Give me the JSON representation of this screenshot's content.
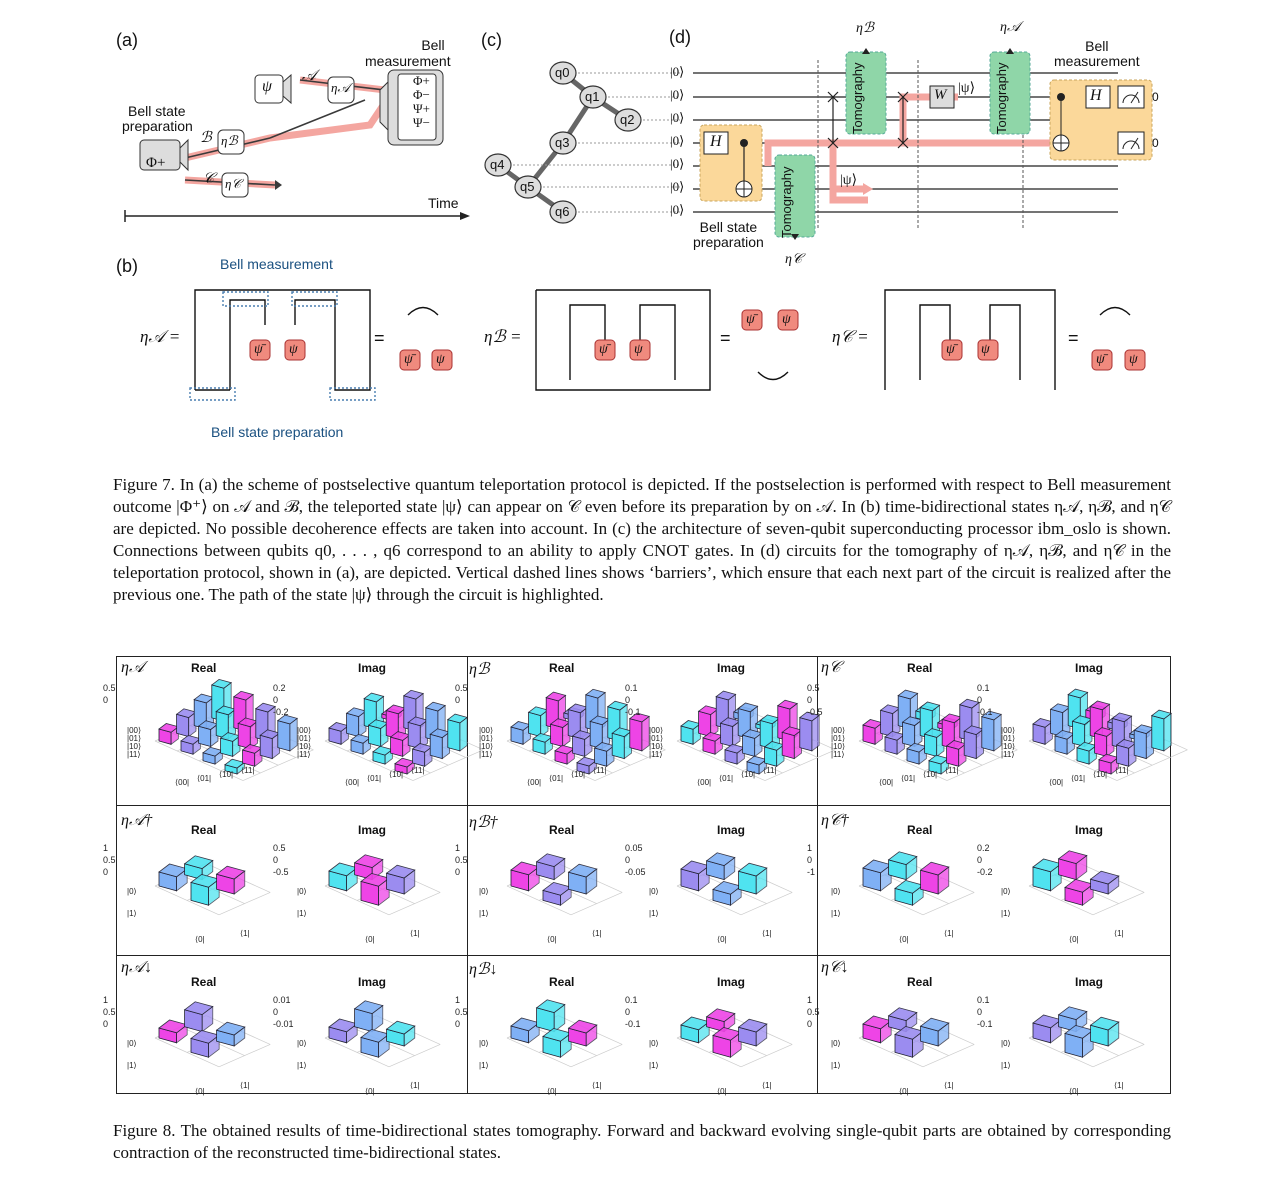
{
  "panels": {
    "a": "(a)",
    "b": "(b)",
    "c": "(c)",
    "d": "(d)"
  },
  "fig_a": {
    "bell_measurement": [
      "Bell",
      "measurement"
    ],
    "bell_state_prep": [
      "Bell state",
      "preparation"
    ],
    "time_label": "Time",
    "psi": "ψ",
    "phi_plus": "Φ+",
    "meas_outcomes": [
      "Φ+",
      "Φ−",
      "Ψ+",
      "Ψ−"
    ],
    "A": "𝒜",
    "B": "ℬ",
    "C": "𝒞",
    "etaA": "η𝒜",
    "etaB": "ηℬ",
    "etaC": "η𝒞"
  },
  "fig_c": {
    "qubits": [
      "q0",
      "q1",
      "q2",
      "q3",
      "q4",
      "q5",
      "q6"
    ]
  },
  "fig_d": {
    "kets": [
      "|0⟩",
      "|0⟩",
      "|0⟩",
      "|0⟩",
      "|0⟩",
      "|0⟩",
      "|0⟩"
    ],
    "H": "H",
    "W": "W",
    "psi_ket": "|ψ⟩",
    "tomography": "Tomography",
    "bell_state_prep": [
      "Bell state",
      "preparation"
    ],
    "bell_measurement": [
      "Bell",
      "measurement"
    ],
    "out0": "0",
    "etaA": "η𝒜",
    "etaB": "ηℬ",
    "etaC": "η𝒞"
  },
  "fig_b": {
    "bell_measurement": "Bell measurement",
    "bell_state_prep": "Bell state preparation",
    "etaA_eq": "η𝒜 =",
    "etaB_eq": "ηℬ =",
    "etaC_eq": "η𝒞 =",
    "psi": "ψ",
    "psibar": "ψ̄",
    "eq": "="
  },
  "caption7": "Figure 7. In (a) the scheme of postselective quantum teleportation protocol is depicted. If the postselection is performed with respect to Bell measurement outcome |Φ⁺⟩ on 𝒜 and ℬ, the teleported state |ψ⟩ can appear on 𝒞 even before its preparation by on 𝒜. In (b) time-bidirectional states η𝒜, ηℬ, and η𝒞 are depicted. No possible decoherence effects are taken into account. In (c) the architecture of seven-qubit superconducting processor ibm_oslo is shown. Connections between qubits q0, . . . , q6 correspond to an ability to apply CNOT gates. In (d) circuits for the tomography of η𝒜, ηℬ, and η𝒞 in the teleportation protocol, shown in (a), are depicted. Vertical dashed lines shows ‘barriers’, which ensure that each next part of the circuit is realized after the previous one. The path of the state |ψ⟩ through the circuit is highlighted.",
  "tomography": {
    "real": "Real",
    "imag": "Imag",
    "rows": [
      {
        "labels": [
          "η𝒜",
          "ηℬ",
          "η𝒞"
        ]
      },
      {
        "labels": [
          "η𝒜†",
          "ηℬ†",
          "η𝒞†"
        ]
      },
      {
        "labels": [
          "η𝒜↓",
          "ηℬ↓",
          "η𝒞↓"
        ]
      }
    ],
    "row1_axis": {
      "real_ticks": [
        "0.5",
        "0"
      ],
      "imag_ticks": [
        "0.2",
        "0",
        "-0.2"
      ],
      "imag_ticks_b": [
        "0.1",
        "0",
        "-0.1"
      ],
      "real_ticks_c": [
        "0.5",
        "0",
        "-0.5"
      ],
      "rows": [
        "|00⟩",
        "|01⟩",
        "|10⟩",
        "|11⟩"
      ],
      "cols": [
        "⟨00|",
        "⟨01|",
        "⟨10|",
        "⟨11|"
      ]
    },
    "row2_axis": {
      "real_ticks": [
        "1",
        "0.5",
        "0"
      ],
      "imag_ticks_a": [
        "0.5",
        "0",
        "-0.5"
      ],
      "imag_ticks_b": [
        "0.05",
        "0",
        "-0.05"
      ],
      "real_ticks_c": [
        "1",
        "0",
        "-1"
      ],
      "imag_ticks_c": [
        "0.2",
        "0",
        "-0.2"
      ],
      "rows": [
        "|0⟩",
        "|1⟩"
      ],
      "cols": [
        "⟨0|",
        "⟨1|"
      ]
    },
    "row3_axis": {
      "real_ticks": [
        "1",
        "0.5",
        "0"
      ],
      "imag_ticks_a": [
        "0.01",
        "0",
        "-0.01"
      ],
      "imag_ticks_b": [
        "0.1",
        "0",
        "-0.1"
      ],
      "rows": [
        "|0⟩",
        "|1⟩"
      ],
      "cols": [
        "⟨0|",
        "⟨1|"
      ]
    }
  },
  "caption8": "Figure 8. The obtained results of time-bidirectional states tomography. Forward and backward evolving single-qubit parts are obtained by corresponding contraction of the reconstructed time-bidirectional states.",
  "colors": {
    "pink": "#f08a7e",
    "orange_box": "#fbd89a",
    "green_box": "#8fd6a8",
    "highlight": "#f4a6a0",
    "cyan": "#4fe3f0",
    "magenta": "#ee44e6",
    "violet": "#9b8cf0"
  }
}
